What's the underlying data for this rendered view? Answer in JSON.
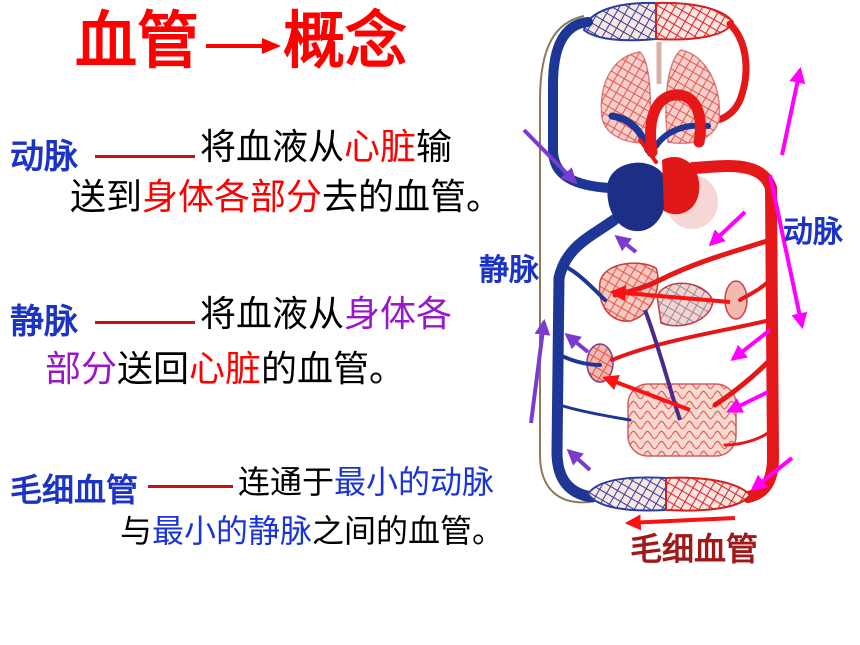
{
  "title": {
    "part1": "血管",
    "part2": "概念"
  },
  "definitions": {
    "artery": {
      "term": "动脉",
      "line1": [
        "将血液从",
        "心脏",
        "输"
      ],
      "line2": [
        "送到",
        "身体各部分",
        "去的血管。"
      ]
    },
    "vein": {
      "term": "静脉",
      "line1": [
        "将血液从",
        "身体各"
      ],
      "line2": [
        "部分",
        "送回",
        "心脏",
        "的血管。"
      ]
    },
    "capillary": {
      "term": "毛细血管",
      "line1": [
        "连通于",
        "最小的动脉"
      ],
      "line2": [
        "与",
        "最小的静脉",
        "之间的血管。"
      ]
    }
  },
  "diagram": {
    "artery_label": "动脉",
    "vein_label": "静脉",
    "capillary_label": "毛细血管"
  },
  "colors": {
    "title": "#ff0000",
    "term": "#1b34c6",
    "highlight_red": "#ff0000",
    "highlight_purple": "#9b16c9",
    "highlight_blue": "#1b34d8",
    "connector": "#cc1010",
    "capillary_label": "#9e1a1a",
    "arrow_artery": "#ff00ff",
    "arrow_vein": "#7a3cd0",
    "arrow_flow": "#ff1010",
    "artery_vessel": "#e41818",
    "vein_vessel": "#1e3796"
  }
}
